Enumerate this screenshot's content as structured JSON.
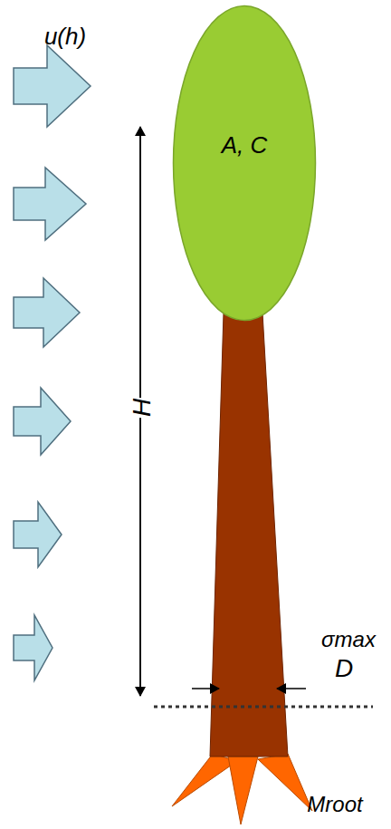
{
  "diagram": {
    "nodes": [
      {
        "text": [
          "A, C"
        ]
      }
    ],
    "labels": [
      "u(h)",
      "H",
      "σmax",
      "D",
      "Mroot"
    ]
  }
}
